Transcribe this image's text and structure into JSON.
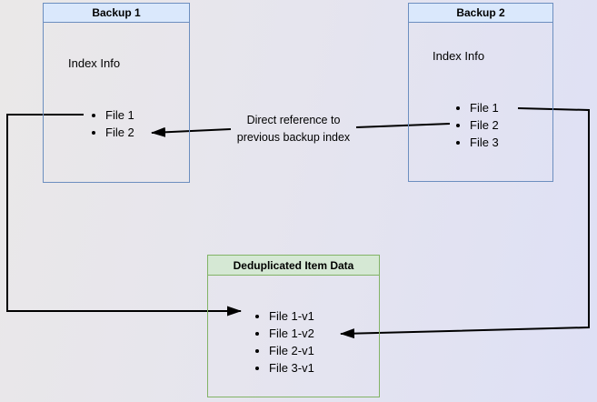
{
  "diagram": {
    "boxes": {
      "backup1": {
        "title": "Backup 1",
        "subtitle": "Index Info",
        "items": [
          "File 1",
          "File 2"
        ]
      },
      "backup2": {
        "title": "Backup 2",
        "subtitle": "Index Info",
        "items": [
          "File 1",
          "File 2",
          "File 3"
        ]
      },
      "dedup": {
        "title": "Deduplicated Item Data",
        "items": [
          "File 1-v1",
          "File 1-v2",
          "File 2-v1",
          "File 3-v1"
        ]
      }
    },
    "edge_label": {
      "line1": "Direct reference to",
      "line2": "previous backup index"
    },
    "colors": {
      "blue_fill": "#dae8fc",
      "blue_border": "#6c8ebf",
      "green_fill": "#d5e8d4",
      "green_border": "#82b366",
      "arrow": "#000000",
      "text": "#000000"
    }
  }
}
